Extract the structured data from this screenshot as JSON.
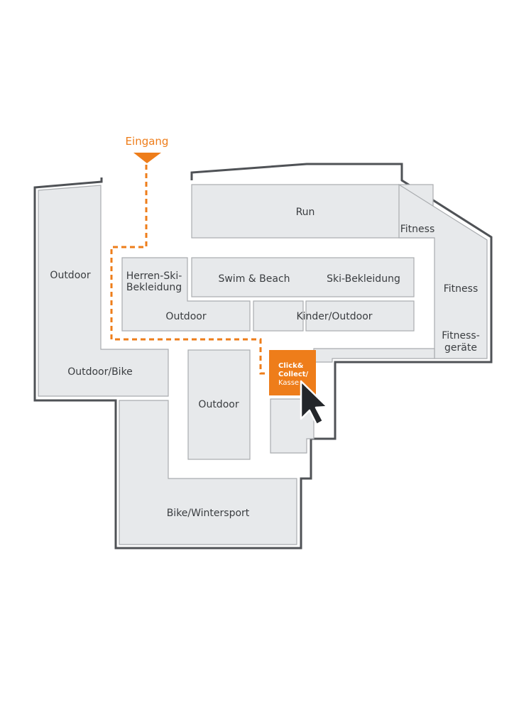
{
  "colors": {
    "accent": "#ee7d1a",
    "zone_fill": "#e7e9eb",
    "outline": "#4f5256",
    "text": "#3a3d40"
  },
  "entrance": {
    "label": "Eingang"
  },
  "click_collect": {
    "line1": "Click&",
    "line2": "Collect/",
    "line3": "Kasse"
  },
  "zones": {
    "run": "Run",
    "fitness_small": "Fitness",
    "fitness": "Fitness",
    "fitness_geraete_1": "Fitness-",
    "fitness_geraete_2": "geräte",
    "outdoor_left": "Outdoor",
    "herren_ski_1": "Herren-Ski-",
    "herren_ski_2": "Bekleidung",
    "swim_beach": "Swim & Beach",
    "ski_bekleidung": "Ski-Bekleidung",
    "outdoor_mid": "Outdoor",
    "kinder_outdoor": "Kinder/Outdoor",
    "outdoor_bike": "Outdoor/Bike",
    "outdoor_center": "Outdoor",
    "bike_wintersport": "Bike/Wintersport"
  },
  "icons": {
    "entrance_marker": "triangle-down-icon",
    "cursor": "mouse-pointer-icon"
  }
}
